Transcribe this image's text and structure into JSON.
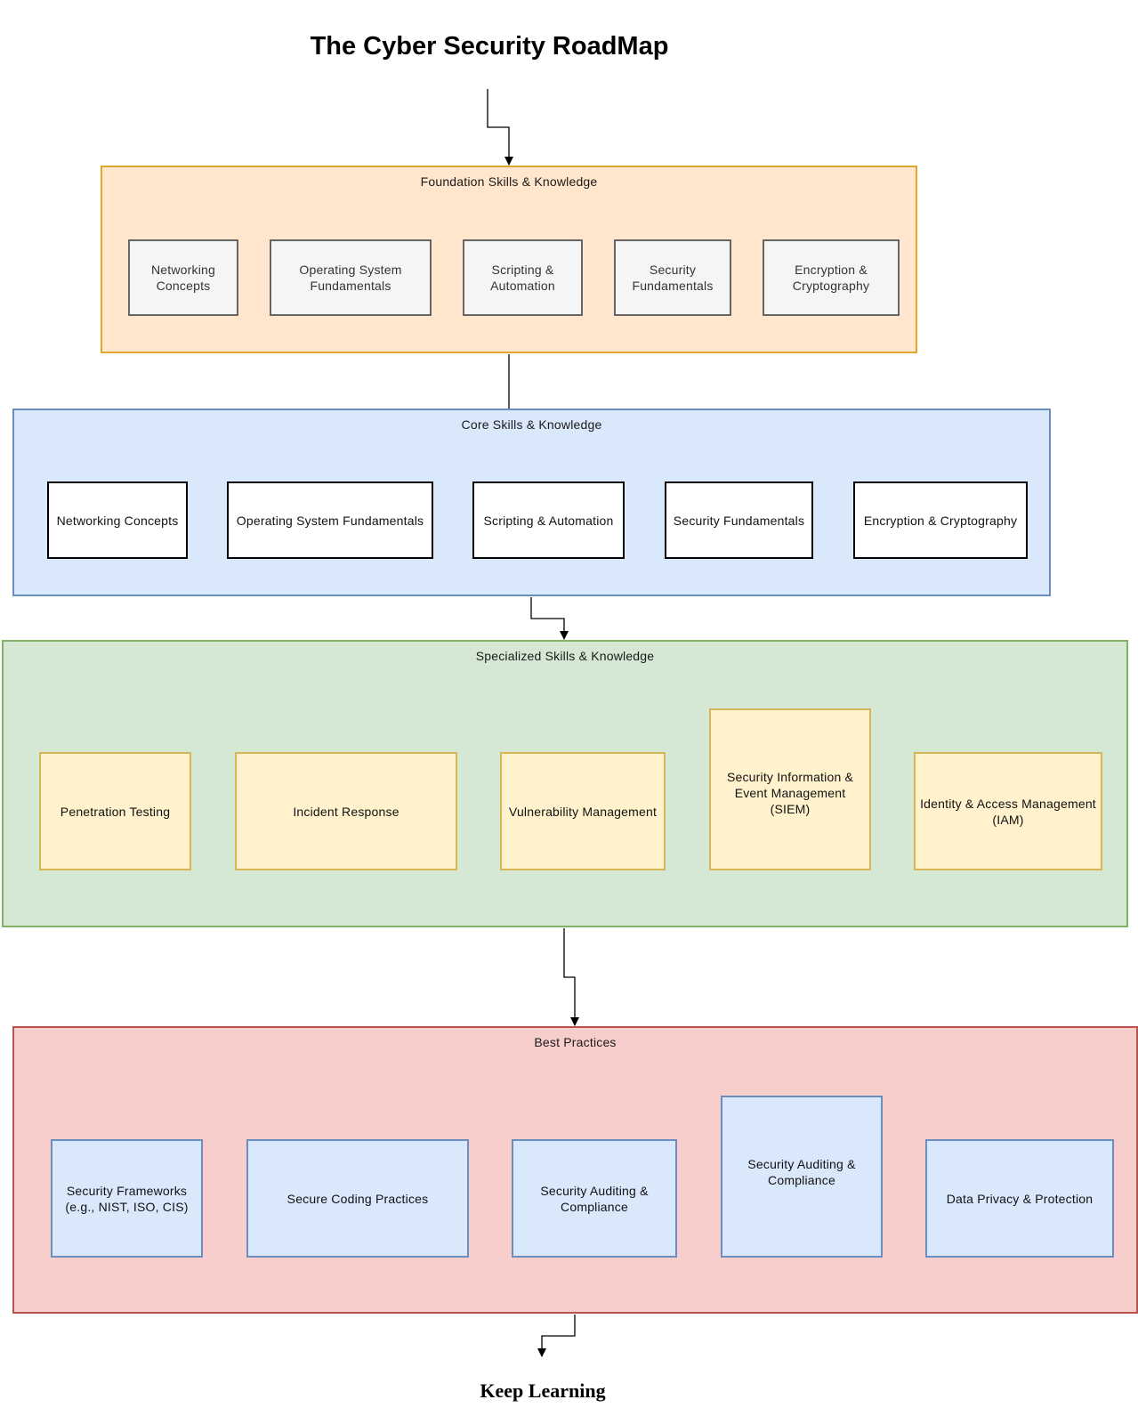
{
  "title": "The Cyber Security RoadMap",
  "footer": "Keep Learning",
  "sections": {
    "foundation": {
      "title": "Foundation Skills & Knowledge",
      "items": [
        "Networking\nConcepts",
        "Operating System\nFundamentals",
        "Scripting &\nAutomation",
        "Security\nFundamentals",
        "Encryption &\nCryptography"
      ]
    },
    "core": {
      "title": "Core Skills & Knowledge",
      "items": [
        "Networking Concepts",
        "Operating System Fundamentals",
        "Scripting & Automation",
        "Security Fundamentals",
        "Encryption & Cryptography"
      ]
    },
    "specialized": {
      "title": "Specialized Skills & Knowledge",
      "items": [
        "Penetration Testing",
        "Incident Response",
        "Vulnerability Management",
        "Security Information &\nEvent Management\n(SIEM)",
        "Identity & Access Management\n(IAM)"
      ]
    },
    "best": {
      "title": "Best Practices",
      "items": [
        "Security Frameworks\n(e.g., NIST, ISO, CIS)",
        "Secure Coding Practices",
        "Security Auditing &\nCompliance",
        "Security Auditing &\nCompliance",
        "Data Privacy & Protection"
      ]
    }
  }
}
